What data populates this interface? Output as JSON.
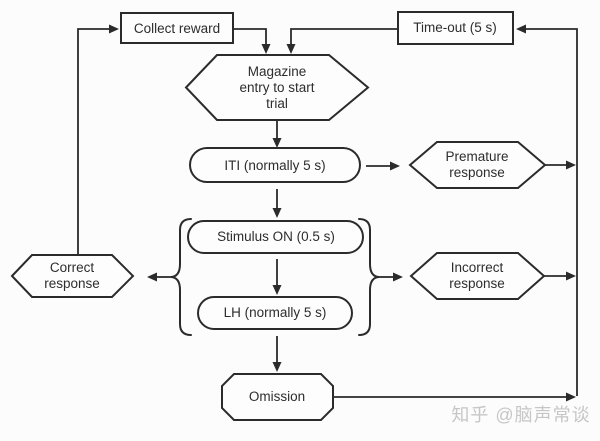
{
  "diagram": {
    "type": "flowchart",
    "nodes": {
      "collect_reward": {
        "label": "Collect reward",
        "shape": "rectangle"
      },
      "time_out": {
        "label": "Time-out (5 s)",
        "shape": "rectangle"
      },
      "magazine_entry": {
        "label": "Magazine\nentry to start\ntrial",
        "shape": "hexagon"
      },
      "iti": {
        "label": "ITI (normally 5 s)",
        "shape": "stadium"
      },
      "premature_response": {
        "label": "Premature\nresponse",
        "shape": "hexagon"
      },
      "stimulus_on": {
        "label": "Stimulus ON (0.5 s)",
        "shape": "stadium"
      },
      "limited_hold": {
        "label": "LH (normally 5 s)",
        "shape": "stadium"
      },
      "correct_response": {
        "label": "Correct\nresponse",
        "shape": "hexagon"
      },
      "incorrect_response": {
        "label": "Incorrect\nresponse",
        "shape": "hexagon"
      },
      "omission": {
        "label": "Omission",
        "shape": "octagon"
      }
    },
    "edges": [
      {
        "from": "correct_response",
        "to": "collect_reward"
      },
      {
        "from": "collect_reward",
        "to": "magazine_entry"
      },
      {
        "from": "time_out",
        "to": "magazine_entry"
      },
      {
        "from": "magazine_entry",
        "to": "iti"
      },
      {
        "from": "iti",
        "to": "premature_response"
      },
      {
        "from": "premature_response",
        "to": "time_out"
      },
      {
        "from": "iti",
        "to": "stimulus_on"
      },
      {
        "from": "stimulus_on",
        "to": "limited_hold"
      },
      {
        "from": "stimulus_lh_group",
        "to": "correct_response"
      },
      {
        "from": "stimulus_lh_group",
        "to": "incorrect_response"
      },
      {
        "from": "incorrect_response",
        "to": "time_out"
      },
      {
        "from": "limited_hold",
        "to": "omission"
      },
      {
        "from": "omission",
        "to": "time_out"
      }
    ],
    "colors": {
      "stroke": "#2b2b2b",
      "text": "#2d2d2d",
      "background": "#fcfcfc",
      "watermark": "#c6c6c6"
    },
    "watermark": "知乎 @脑声常谈"
  }
}
